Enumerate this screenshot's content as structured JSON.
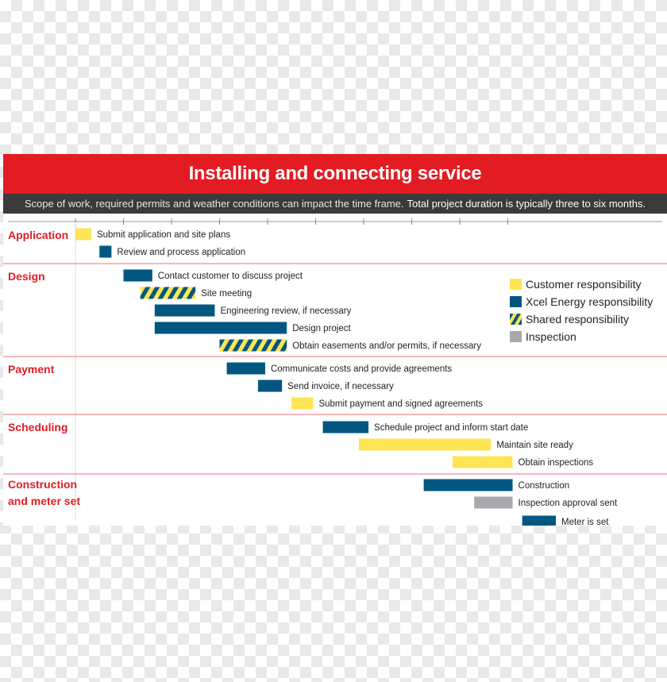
{
  "title": "Installing and connecting service",
  "subtitle": {
    "text": "Scope of work, required permits and weather conditions can impact the time frame.",
    "emphasis": "Total project duration is typically three to six months."
  },
  "colors": {
    "brand_red": "#e31b23",
    "customer": "#fde555",
    "xcel": "#015780",
    "shared_dark": "#015780",
    "shared_light": "#fde555",
    "inspection": "#a7a9ac"
  },
  "phases": [
    {
      "name": "Application",
      "lines": [
        "Application"
      ]
    },
    {
      "name": "Design",
      "lines": [
        "Design"
      ]
    },
    {
      "name": "Payment",
      "lines": [
        "Payment"
      ]
    },
    {
      "name": "Scheduling",
      "lines": [
        "Scheduling"
      ]
    },
    {
      "name": "Construction and meter set",
      "lines": [
        "Construction",
        "and meter set"
      ]
    }
  ],
  "legend": [
    {
      "label": "Customer responsibility",
      "kind": "customer"
    },
    {
      "label": "Xcel Energy responsibility",
      "kind": "xcel"
    },
    {
      "label": "Shared responsibility",
      "kind": "shared"
    },
    {
      "label": "Inspection",
      "kind": "inspection"
    }
  ],
  "chart_data": {
    "type": "gantt",
    "title": "Installing and connecting service",
    "axis": {
      "min": 0,
      "max": 12,
      "tick_count": 10,
      "tick_labels": "none"
    },
    "tasks": [
      {
        "phase": "Application",
        "label": "Submit application and site plans",
        "start": 0.0,
        "end": 0.33,
        "kind": "customer"
      },
      {
        "phase": "Application",
        "label": "Review and process application",
        "start": 0.5,
        "end": 0.75,
        "kind": "xcel"
      },
      {
        "phase": "Design",
        "label": "Contact customer to discuss project",
        "start": 1.0,
        "end": 1.6,
        "kind": "xcel"
      },
      {
        "phase": "Design",
        "label": "Site meeting",
        "start": 1.35,
        "end": 2.5,
        "kind": "shared"
      },
      {
        "phase": "Design",
        "label": "Engineering review, if necessary",
        "start": 1.65,
        "end": 2.9,
        "kind": "xcel"
      },
      {
        "phase": "Design",
        "label": "Design project",
        "start": 1.65,
        "end": 4.4,
        "kind": "xcel"
      },
      {
        "phase": "Design",
        "label": "Obtain easements and/or permits, if necessary",
        "start": 3.0,
        "end": 4.4,
        "kind": "shared"
      },
      {
        "phase": "Payment",
        "label": "Communicate costs and provide agreements",
        "start": 3.15,
        "end": 3.95,
        "kind": "xcel"
      },
      {
        "phase": "Payment",
        "label": "Send invoice, if necessary",
        "start": 3.8,
        "end": 4.3,
        "kind": "xcel"
      },
      {
        "phase": "Payment",
        "label": "Submit payment and signed agreements",
        "start": 4.5,
        "end": 4.95,
        "kind": "customer"
      },
      {
        "phase": "Scheduling",
        "label": "Schedule project and inform start date",
        "start": 5.15,
        "end": 6.1,
        "kind": "xcel"
      },
      {
        "phase": "Scheduling",
        "label": "Maintain site ready",
        "start": 5.9,
        "end": 8.65,
        "kind": "customer"
      },
      {
        "phase": "Scheduling",
        "label": "Obtain inspections",
        "start": 7.85,
        "end": 9.1,
        "kind": "customer"
      },
      {
        "phase": "Construction and meter set",
        "label": "Construction",
        "start": 7.25,
        "end": 9.1,
        "kind": "xcel"
      },
      {
        "phase": "Construction and meter set",
        "label": "Inspection approval sent",
        "start": 8.3,
        "end": 9.1,
        "kind": "inspection"
      },
      {
        "phase": "Construction and meter set",
        "label": "Meter is set",
        "start": 9.3,
        "end": 10.0,
        "kind": "xcel"
      }
    ]
  }
}
